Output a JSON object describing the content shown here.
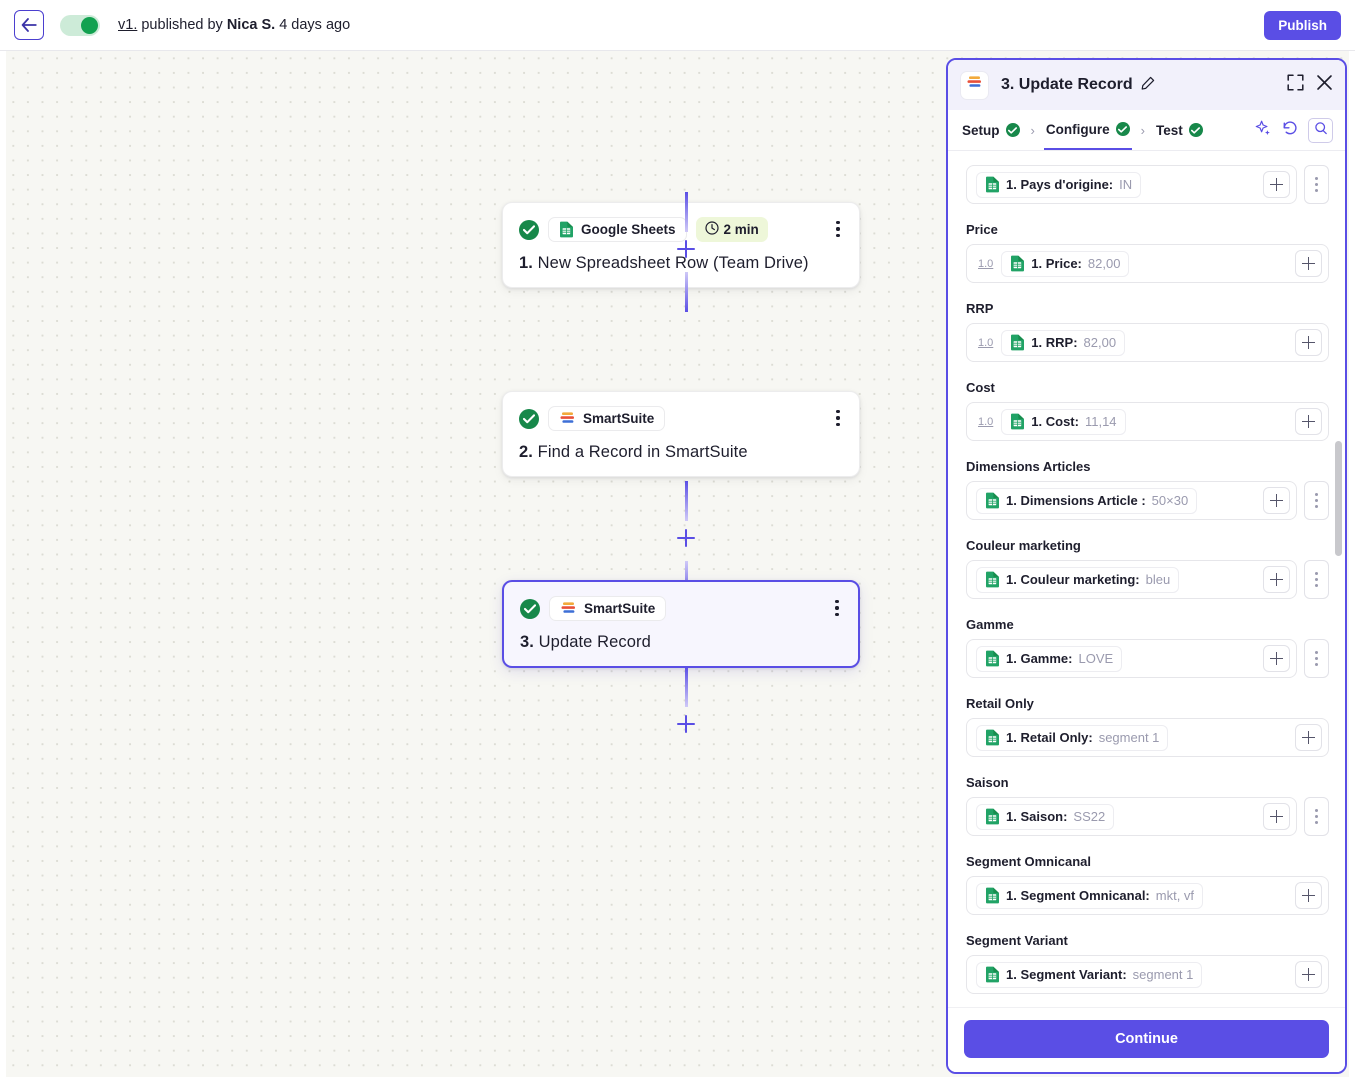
{
  "topbar": {
    "back_icon": "arrow-left-icon",
    "toggle_state": "on",
    "version_link": "v1.",
    "published_text": " published by ",
    "author": "Nica S.",
    "time_ago": " 4 days ago",
    "publish_label": "Publish",
    "accent": "#5a4ee5"
  },
  "canvas": {
    "nodes": [
      {
        "status": "success",
        "app": "Google Sheets",
        "app_icon": "google-sheets-icon",
        "duration_badge": "2 min",
        "duration_icon": "clock-icon",
        "index": "1.",
        "title": " New Spreadsheet Row (Team Drive)",
        "selected": false
      },
      {
        "status": "success",
        "app": "SmartSuite",
        "app_icon": "smartsuite-icon",
        "duration_badge": "",
        "index": "2.",
        "title": " Find a Record in SmartSuite",
        "selected": false
      },
      {
        "status": "success",
        "app": "SmartSuite",
        "app_icon": "smartsuite-icon",
        "duration_badge": "",
        "index": "3.",
        "title": " Update Record",
        "selected": true
      }
    ]
  },
  "panel": {
    "app_icon": "smartsuite-icon",
    "title": "3. Update Record",
    "edit_icon": "pencil-icon",
    "expand_icon": "expand-icon",
    "close_icon": "close-icon",
    "tabs": [
      {
        "label": "Setup",
        "state": "complete",
        "active": false
      },
      {
        "label": "Configure",
        "state": "complete",
        "active": true
      },
      {
        "label": "Test",
        "state": "complete",
        "active": false
      }
    ],
    "tab_separator": "›",
    "tools": [
      {
        "name": "ai-sparkle-icon"
      },
      {
        "name": "refresh-icon"
      },
      {
        "name": "search-icon"
      }
    ],
    "fields": [
      {
        "label": "",
        "label_clipped": true,
        "num_badge": "",
        "token_prefix": "1. Pays d'origine:",
        "token_value": "IN",
        "has_plus": true,
        "has_dots": true
      },
      {
        "label": "Price",
        "num_badge": "1.0",
        "token_prefix": "1. Price:",
        "token_value": "82,00",
        "has_plus": true,
        "has_dots": false
      },
      {
        "label": "RRP",
        "num_badge": "1.0",
        "token_prefix": "1. RRP:",
        "token_value": "82,00",
        "has_plus": true,
        "has_dots": false
      },
      {
        "label": "Cost",
        "num_badge": "1.0",
        "token_prefix": "1. Cost:",
        "token_value": "11,14",
        "has_plus": true,
        "has_dots": false
      },
      {
        "label": "Dimensions Articles",
        "num_badge": "",
        "token_prefix": "1. Dimensions Article :",
        "token_value": "50×30",
        "has_plus": true,
        "has_dots": true
      },
      {
        "label": "Couleur marketing",
        "num_badge": "",
        "token_prefix": "1. Couleur marketing:",
        "token_value": "bleu",
        "has_plus": true,
        "has_dots": true
      },
      {
        "label": "Gamme",
        "num_badge": "",
        "token_prefix": "1. Gamme:",
        "token_value": "LOVE",
        "has_plus": true,
        "has_dots": true
      },
      {
        "label": "Retail Only",
        "num_badge": "",
        "token_prefix": "1. Retail Only:",
        "token_value": "segment 1",
        "has_plus": true,
        "has_dots": false
      },
      {
        "label": "Saison",
        "num_badge": "",
        "token_prefix": "1. Saison:",
        "token_value": "SS22",
        "has_plus": true,
        "has_dots": true
      },
      {
        "label": "Segment Omnicanal",
        "num_badge": "",
        "token_prefix": "1. Segment Omnicanal:",
        "token_value": "mkt, vf",
        "has_plus": true,
        "has_dots": false
      },
      {
        "label": "Segment Variant",
        "num_badge": "",
        "token_prefix": "1. Segment Variant:",
        "token_value": "segment 1",
        "has_plus": true,
        "has_dots": false
      }
    ],
    "continue_label": "Continue"
  }
}
